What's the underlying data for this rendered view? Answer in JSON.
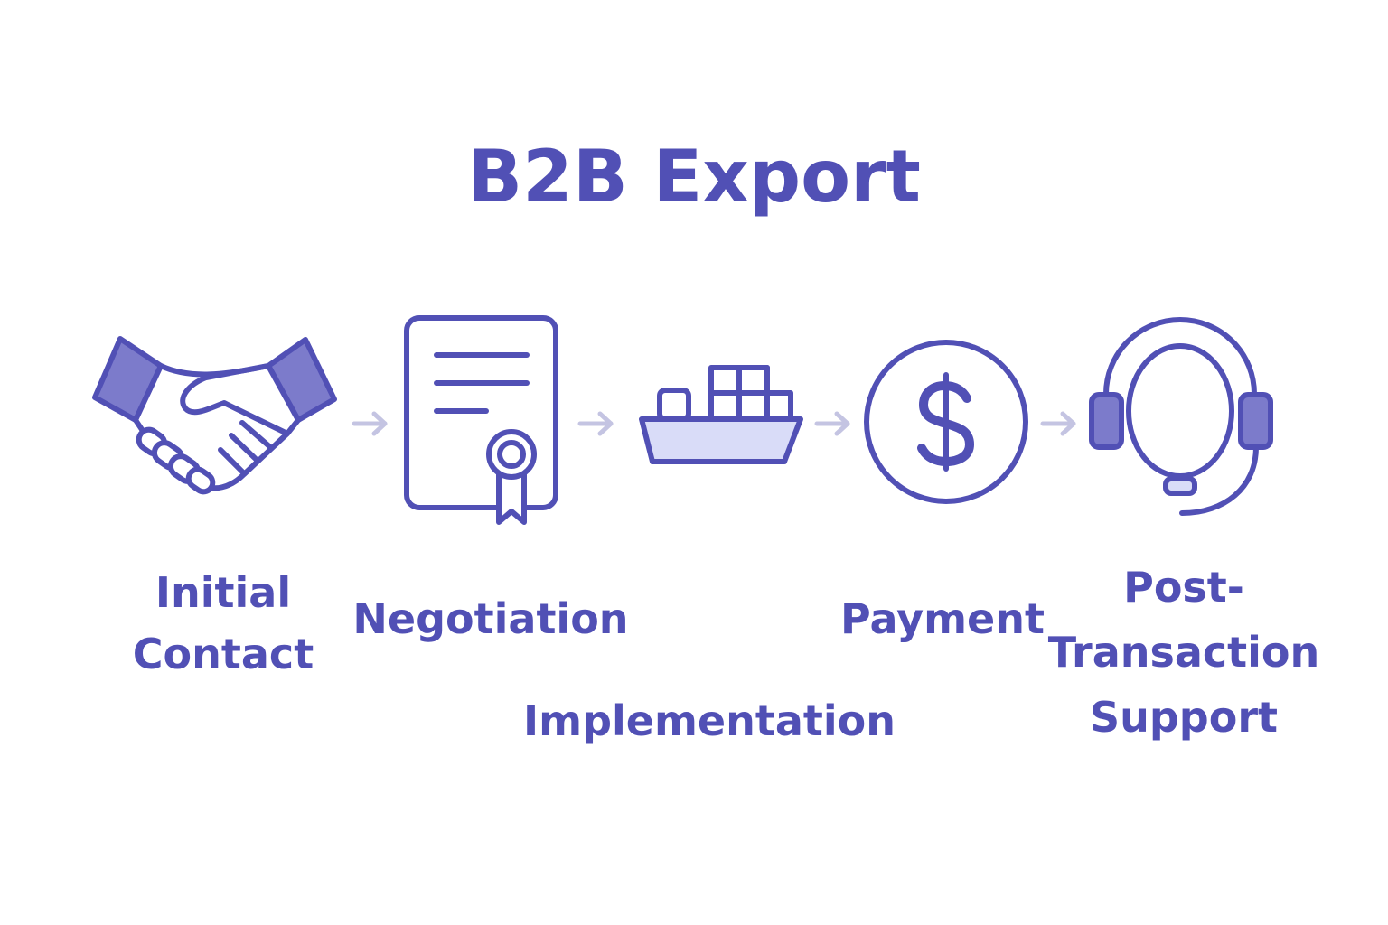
{
  "title": "B2B Export",
  "colors": {
    "primary": "#5150b5",
    "fill": "#7c7bcb",
    "light_fill": "#d9dcf8",
    "arrow": "#c4c4e2",
    "background": "#ffffff"
  },
  "steps": [
    {
      "icon": "handshake-icon",
      "lines": [
        "Initial",
        "Contact"
      ]
    },
    {
      "icon": "certificate-document-icon",
      "lines": [
        "Negotiation"
      ]
    },
    {
      "icon": "cargo-ship-icon",
      "lines": [
        "Implementation"
      ]
    },
    {
      "icon": "dollar-coin-icon",
      "lines": [
        "Payment"
      ]
    },
    {
      "icon": "headset-icon",
      "lines": [
        "Post-",
        "Transaction",
        "Support"
      ]
    }
  ]
}
